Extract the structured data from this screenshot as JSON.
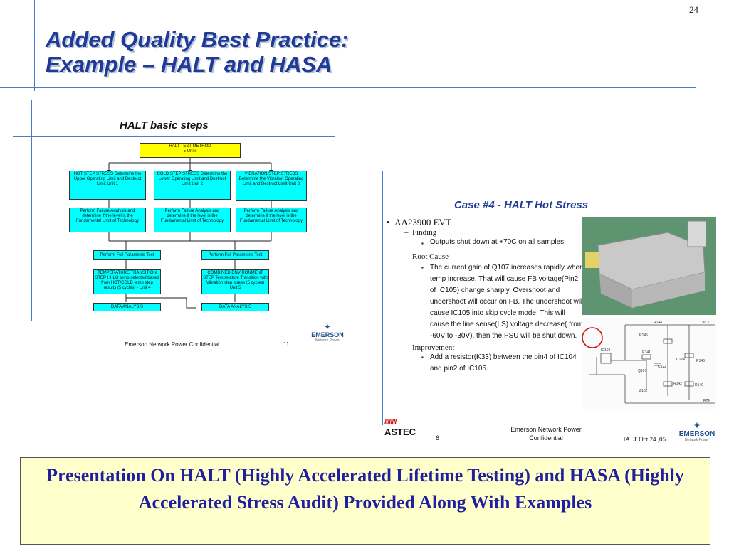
{
  "page_number": "24",
  "title": {
    "line1": "Added Quality Best Practice:",
    "line2": "Example – HALT and HASA"
  },
  "left_slide": {
    "title": "HALT basic steps",
    "boxes": {
      "method": "HALT TEST METHOD",
      "method_sub": "5 Units",
      "hot": "HOT STEP STRESS Determine the Upper Operating Limit and Destruct Limit Unit 1",
      "cold": "COLD STEP STRESS Determine the Lower Operating Limit and Destruct Limit Unit 2",
      "vibration": "VIBRATION STEP STRESS Determine the Vibration Operating Limit and Destruct Limit Unit 3",
      "fa1": "Perform Failure Analysis and determine if the level is the Fundamental Limit of Technology",
      "fa2": "Perform Failure Analysis and determine if the level is the Fundamental Limit of Technology",
      "fa3": "Perform Failure Analysis and determine if the level is the Fundamental Limit of Technology",
      "param1": "Perform Full Parametric Test",
      "param2": "Perform Full Parametric Test",
      "temp_transition": "TEMPERATURE TRANSITION STEP HI-LO temp selected based from HOT/COLD temp step results (5 cycles) - Unit 4",
      "combined": "COMBINED ENVIRONMENT STEP Temperature Transition with Vibration step stress (5 cycles) Unit 5",
      "data1": "DATA ANALYSIS",
      "data2": "DATA ANALYSIS"
    },
    "footer": "Emerson Network Power Confidential",
    "page_number": "11",
    "logo": "EMERSON",
    "logo_sub": "Network Power"
  },
  "right_slide": {
    "title": "Case #4 -  HALT Hot Stress",
    "bullet": "AA23900  EVT",
    "sections": [
      {
        "heading": "Finding",
        "text": "Outputs shut down at +70C on all samples."
      },
      {
        "heading": "Root Cause",
        "text": "The current gain of Q107 increases rapidly when temp increase. That will cause FB voltage(Pin2 of IC105) change sharply. Overshoot and undershoot will occur on FB. The undershoot will cause IC105 into skip cycle mode. This will cause the line sense(LS) voltage decrease( from -60V to -30V), then the PSU will be shut down."
      },
      {
        "heading": "Improvement",
        "text": "Add a resistor(K33) between the pin4 of IC104 and pin2 of IC105."
      }
    ],
    "astec_logo": "ASTEC",
    "page_number": "6",
    "footer": "Emerson Network Power Confidential",
    "date": "HALT Oct.24 ,05",
    "logo": "EMERSON",
    "logo_sub": "Network Power",
    "circuit_labels": {
      "r144": "R144",
      "dvcc": "DVCC",
      "r145": "R145",
      "ic104": "IC104",
      "r141": "R141",
      "c124": "C124",
      "r146": "R146",
      "q107": "Q107",
      "c122": "C122",
      "r142": "R142",
      "r149": "R149",
      "z102": "Z102",
      "rtn": "RTN"
    }
  },
  "caption": "Presentation On HALT (Highly Accelerated Lifetime Testing) and HASA (Highly Accelerated Stress Audit) Provided Along With Examples"
}
